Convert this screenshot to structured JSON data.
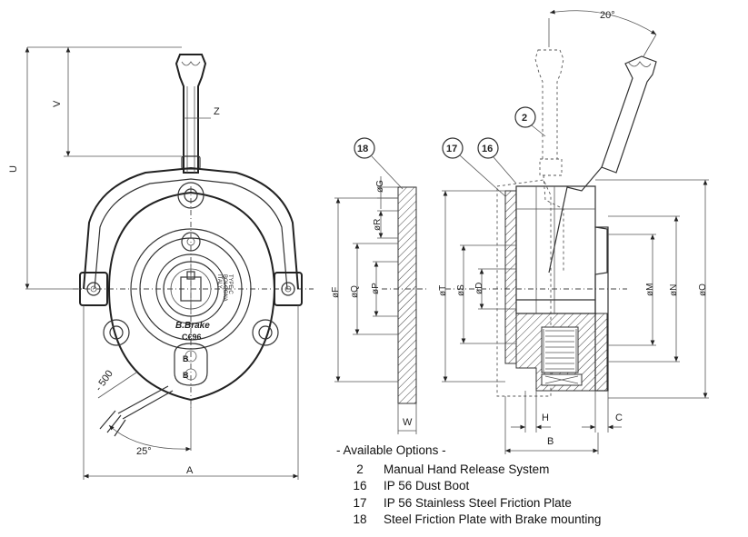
{
  "dimensions": {
    "U": "U",
    "V": "V",
    "Z": "Z",
    "A": "A",
    "angle_left": "25°",
    "cable": "- 500",
    "F": "øF",
    "Q": "øQ",
    "G": "øG",
    "R": "øR",
    "P": "øP",
    "W": "W",
    "T": "øT",
    "S": "øS",
    "D": "øD",
    "M": "øM",
    "N": "øN",
    "O": "øO",
    "H": "H",
    "C": "C",
    "B": "B",
    "angle_right": "20°"
  },
  "callouts": [
    "18",
    "17",
    "16",
    "2"
  ],
  "front_view": {
    "brand": "B.Brake",
    "ce": "C€96",
    "made_in": [
      "ITALY",
      "BOLOGNA",
      "TYPE C"
    ],
    "bolt_marks": [
      "B",
      "B"
    ]
  },
  "options": {
    "title": "- Available Options -",
    "items": [
      {
        "num": "2",
        "label": "Manual Hand Release System"
      },
      {
        "num": "16",
        "label": "IP 56 Dust Boot"
      },
      {
        "num": "17",
        "label": "IP 56 Stainless Steel Friction Plate"
      },
      {
        "num": "18",
        "label": "Steel Friction Plate with Brake mounting"
      }
    ]
  }
}
